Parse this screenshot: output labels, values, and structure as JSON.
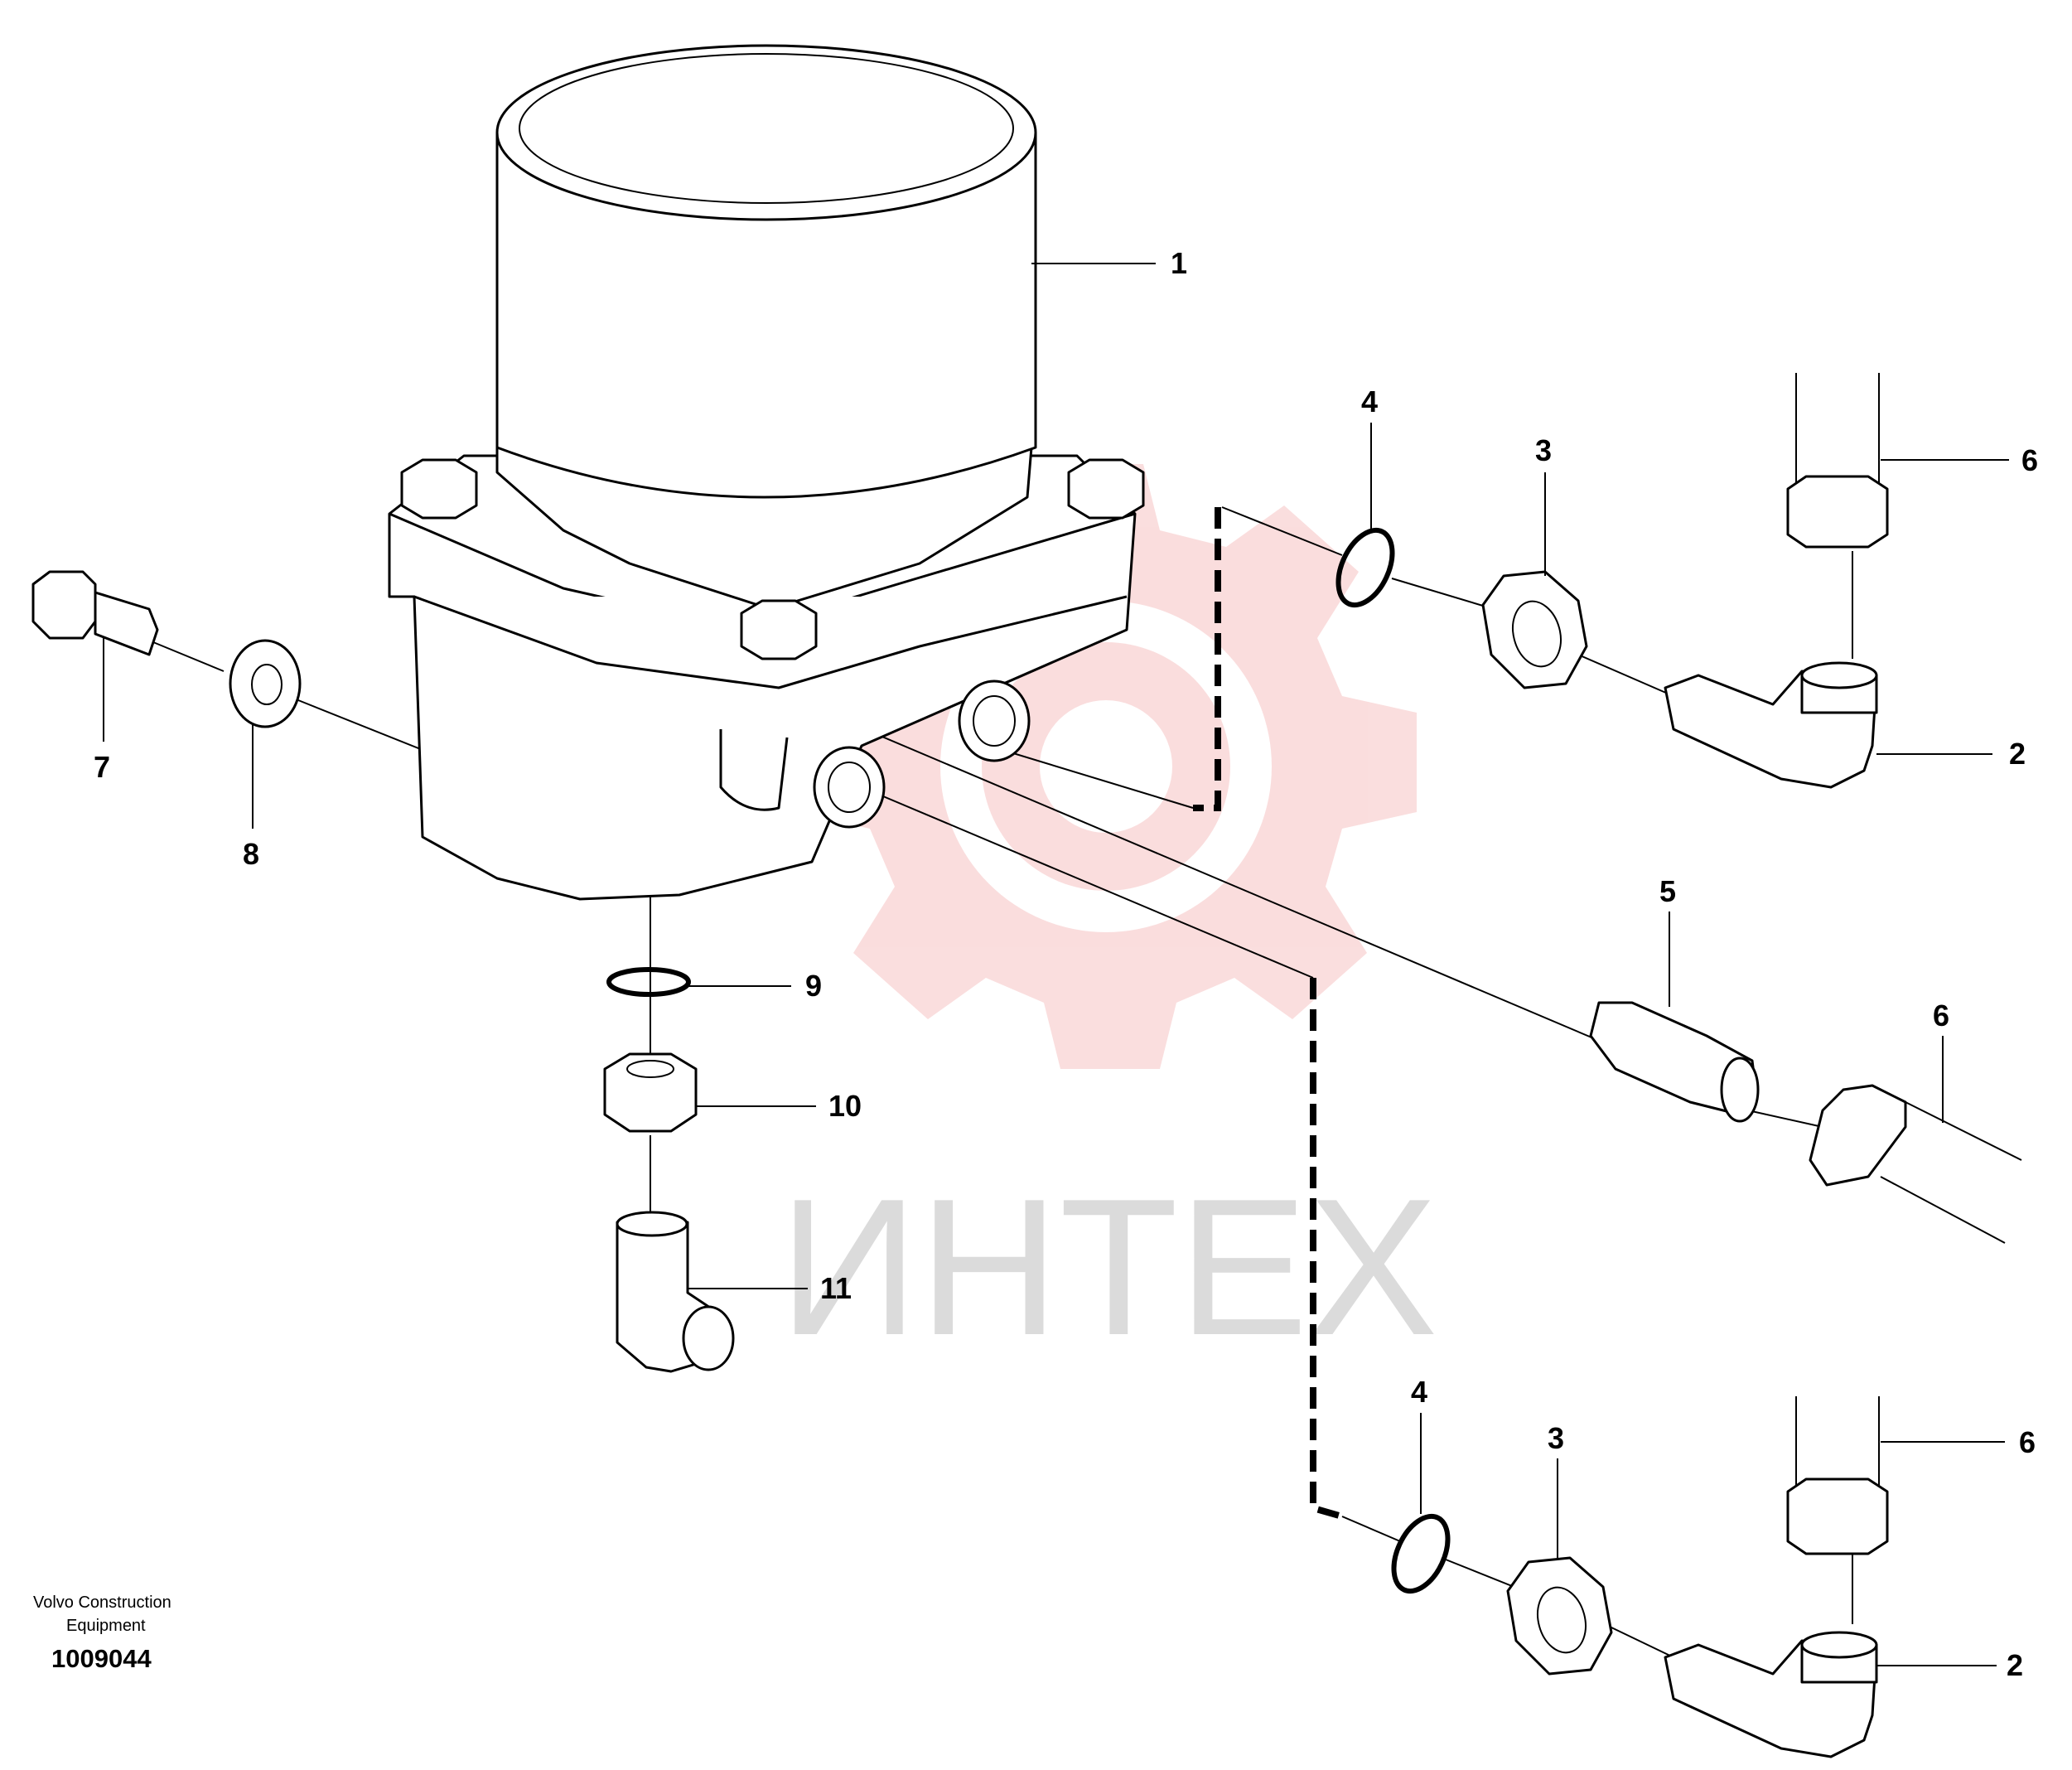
{
  "callouts": [
    {
      "id": "c1",
      "label": "1"
    },
    {
      "id": "c2a",
      "label": "2"
    },
    {
      "id": "c2b",
      "label": "2"
    },
    {
      "id": "c3a",
      "label": "3"
    },
    {
      "id": "c3b",
      "label": "3"
    },
    {
      "id": "c4a",
      "label": "4"
    },
    {
      "id": "c4b",
      "label": "4"
    },
    {
      "id": "c5",
      "label": "5"
    },
    {
      "id": "c6a",
      "label": "6"
    },
    {
      "id": "c6b",
      "label": "6"
    },
    {
      "id": "c6c",
      "label": "6"
    },
    {
      "id": "c7",
      "label": "7"
    },
    {
      "id": "c8",
      "label": "8"
    },
    {
      "id": "c9",
      "label": "9"
    },
    {
      "id": "c10",
      "label": "10"
    },
    {
      "id": "c11",
      "label": "11"
    }
  ],
  "footer": {
    "brand_line1": "Volvo Construction",
    "brand_line2": "Equipment",
    "doc_number": "1009044"
  },
  "watermark": {
    "text": "ИНТЕХ",
    "color": "#f2a0a0"
  }
}
